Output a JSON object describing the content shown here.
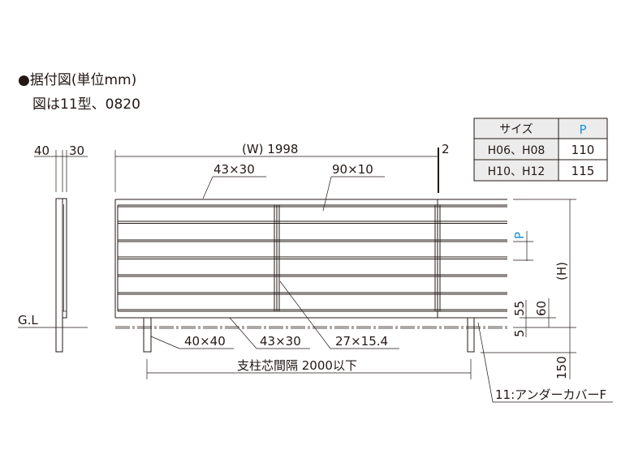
{
  "title": "●据付図(単位mm)",
  "subtitle": "図は11型、0820",
  "side_view": {
    "dim_left": "40",
    "dim_right": "30",
    "ground_label": "G.L"
  },
  "front_view": {
    "width_dim": "(W) 1998",
    "gap_dim": "2",
    "top_rail": "43×30",
    "slat": "90×10",
    "post": "40×40",
    "bottom_rail": "43×30",
    "mid_post": "27×15.4",
    "post_spacing": "支柱芯間隔 2000以下",
    "under_cover": "11:アンダーカバーF",
    "pitch_label": "P",
    "height_label": "(H)",
    "dim_55": "55",
    "dim_5": "5",
    "dim_60": "60",
    "dim_150": "150"
  },
  "table": {
    "headers": [
      "サイズ",
      "P"
    ],
    "rows": [
      [
        "H06、H08",
        "110"
      ],
      [
        "H10、H12",
        "115"
      ]
    ]
  },
  "colors": {
    "line": "#231815",
    "accent": "#1a8fd8",
    "table_bg": "#ececec"
  }
}
